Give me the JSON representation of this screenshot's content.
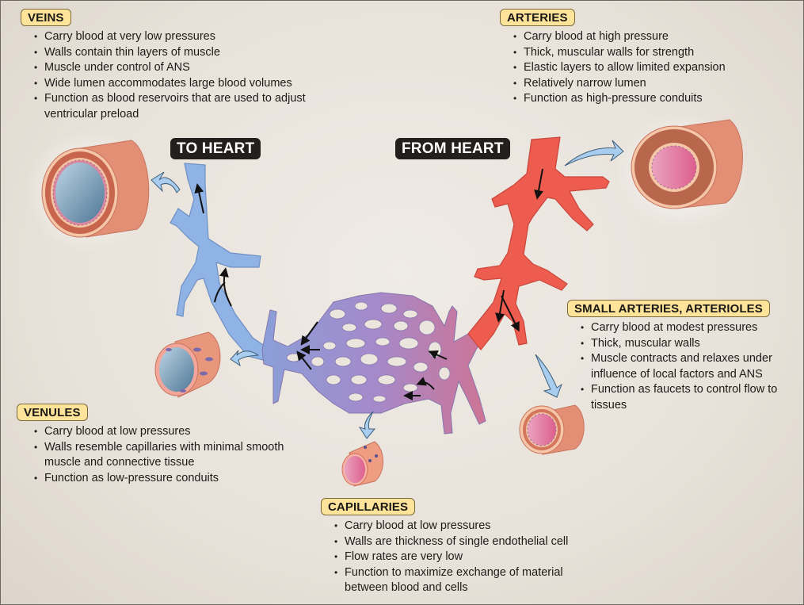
{
  "colors": {
    "vein": "#8fb3e4",
    "artery": "#ee5b4f",
    "capillary": "#a890cc",
    "label_fill": "#fde49a",
    "label_dark": "#231f1d"
  },
  "direction_labels": {
    "to_heart": "TO HEART",
    "from_heart": "FROM HEART"
  },
  "sections": {
    "veins": {
      "title": "VEINS",
      "bullets": [
        "Carry blood at very low pressures",
        "Walls contain thin layers of muscle",
        "Muscle under control of ANS",
        "Wide lumen accommodates large blood volumes",
        "Function as blood reservoirs that are used to adjust ventricular preload"
      ]
    },
    "arteries": {
      "title": "ARTERIES",
      "bullets": [
        "Carry blood at high pressure",
        "Thick, muscular walls for strength",
        "Elastic layers to allow limited expansion",
        "Relatively narrow lumen",
        "Function as high-pressure conduits"
      ]
    },
    "arterioles": {
      "title": "SMALL ARTERIES, ARTERIOLES",
      "bullets": [
        "Carry blood at modest pressures",
        "Thick, muscular walls",
        "Muscle contracts and relaxes under influence of local factors and ANS",
        "Function as faucets to control flow to tissues"
      ]
    },
    "venules": {
      "title": "VENULES",
      "bullets": [
        "Carry blood at low pressures",
        "Walls resemble capillaries with minimal smooth muscle and connective tissue",
        "Function as low-pressure conduits"
      ]
    },
    "capillaries": {
      "title": "CAPILLARIES",
      "bullets": [
        "Carry blood at low pressures",
        "Walls are thickness of single endothelial cell",
        "Flow rates are very low",
        "Function to maximize exchange of material between blood and cells"
      ]
    }
  }
}
